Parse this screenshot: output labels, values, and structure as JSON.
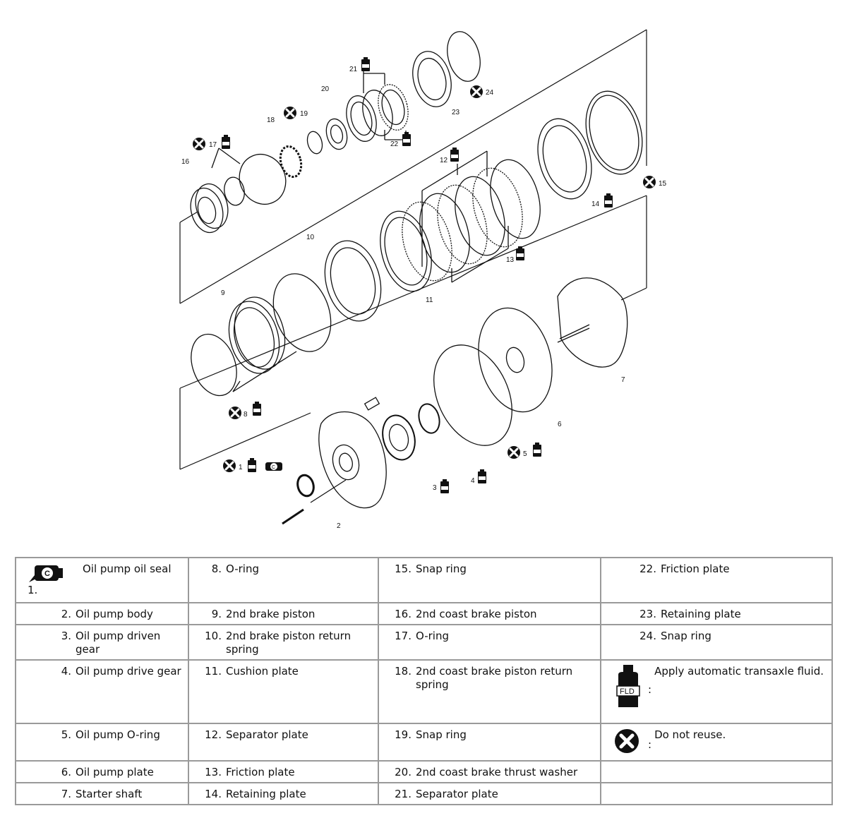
{
  "diagram": {
    "callouts": [
      "1",
      "2",
      "3",
      "4",
      "5",
      "6",
      "7",
      "8",
      "9",
      "10",
      "11",
      "12",
      "13",
      "14",
      "15",
      "16",
      "17",
      "18",
      "19",
      "20",
      "21",
      "22",
      "23",
      "24"
    ],
    "symbols": {
      "fluid_label": "FLD",
      "seal_label": "C"
    }
  },
  "legend": {
    "rows": [
      [
        {
          "num": "1.",
          "label": "Oil pump oil seal",
          "icon": "seal-press-icon"
        },
        {
          "num": "8.",
          "label": "O-ring"
        },
        {
          "num": "15.",
          "label": "Snap ring"
        },
        {
          "num": "22.",
          "label": "Friction plate"
        }
      ],
      [
        {
          "num": "2.",
          "label": "Oil pump body"
        },
        {
          "num": "9.",
          "label": "2nd brake piston"
        },
        {
          "num": "16.",
          "label": "2nd coast brake piston"
        },
        {
          "num": "23.",
          "label": "Retaining plate"
        }
      ],
      [
        {
          "num": "3.",
          "label": "Oil pump driven gear"
        },
        {
          "num": "10.",
          "label": "2nd brake piston return spring"
        },
        {
          "num": "17.",
          "label": "O-ring"
        },
        {
          "num": "24.",
          "label": "Snap ring"
        }
      ],
      [
        {
          "num": "4.",
          "label": "Oil pump drive gear"
        },
        {
          "num": "11.",
          "label": "Cushion plate"
        },
        {
          "num": "18.",
          "label": "2nd coast brake piston return spring"
        },
        {
          "symbol": "fluid-bottle-icon",
          "colon": ":",
          "label": "Apply automatic transaxle fluid."
        }
      ],
      [
        {
          "num": "5.",
          "label": "Oil pump O-ring"
        },
        {
          "num": "12.",
          "label": "Separator plate"
        },
        {
          "num": "19.",
          "label": "Snap ring"
        },
        {
          "symbol": "do-not-reuse-icon",
          "colon": ":",
          "label": "Do not reuse."
        }
      ],
      [
        {
          "num": "6.",
          "label": "Oil pump plate"
        },
        {
          "num": "13.",
          "label": "Friction plate"
        },
        {
          "num": "20.",
          "label": "2nd coast brake thrust washer"
        },
        {
          "empty": true
        }
      ],
      [
        {
          "num": "7.",
          "label": "Starter shaft"
        },
        {
          "num": "14.",
          "label": "Retaining plate"
        },
        {
          "num": "21.",
          "label": "Separator plate"
        },
        {
          "empty": true
        }
      ]
    ]
  }
}
